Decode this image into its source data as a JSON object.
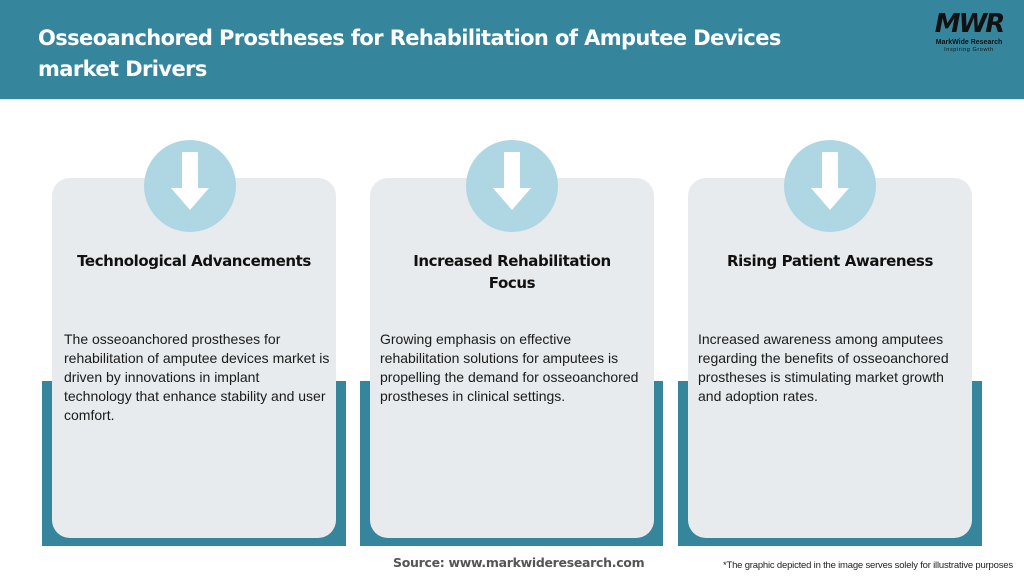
{
  "header": {
    "title": "Osseoanchored Prostheses for Rehabilitation of Amputee Devices market Drivers",
    "background_color": "#35869c"
  },
  "logo": {
    "mark": "MWR",
    "name": "MarkWide Research",
    "tagline": "Inspiring Growth"
  },
  "drivers": [
    {
      "icon": "arrow-down-icon",
      "title": "Technological Advancements",
      "text": "The osseoanchored prostheses for rehabilitation of amputee devices market is driven by innovations in implant technology that enhance stability and user comfort."
    },
    {
      "icon": "arrow-down-icon",
      "title": "Increased Rehabilitation Focus",
      "text": "Growing emphasis on effective rehabilitation solutions for amputees is propelling the demand for osseoanchored prostheses in clinical settings."
    },
    {
      "icon": "arrow-down-icon",
      "title": "Rising Patient Awareness",
      "text": "Increased awareness among amputees regarding the benefits of osseoanchored prostheses is stimulating market growth and adoption rates."
    }
  ],
  "colors": {
    "accent": "#35869c",
    "card": "#e8ebed",
    "icon_circle": "#aed7e3"
  },
  "footer": {
    "source": "Source: www.markwideresearch.com",
    "disclaimer": "*The graphic depicted in the image serves solely for illustrative purposes"
  }
}
